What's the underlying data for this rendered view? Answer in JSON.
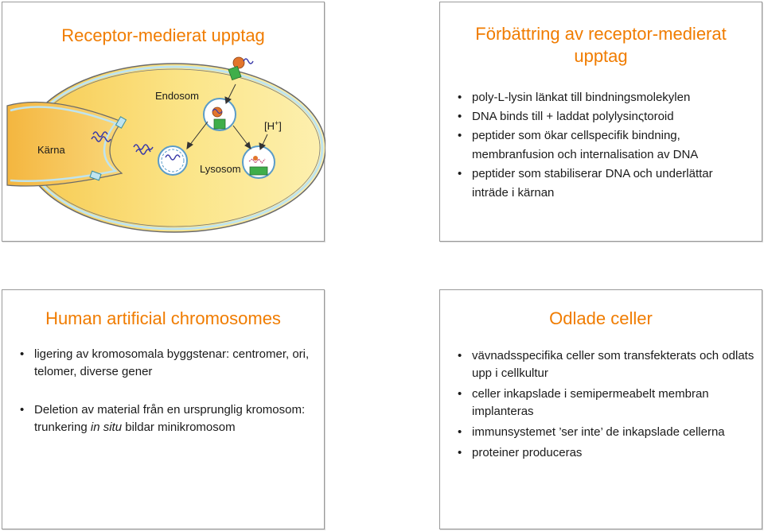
{
  "slide1": {
    "title": "Receptor-medierat upptag",
    "labels": {
      "nucleus": "Kärna",
      "endosome": "Endosom",
      "lysosome": "Lysosom",
      "proton": "[H",
      "proton_sup": "+",
      "proton_close": "]"
    },
    "colors": {
      "title": "#f07c00",
      "cell_fill": "#fbe27a",
      "nucleus_fill": "#f5c45a",
      "receptor": "#3fae4a"
    }
  },
  "slide2": {
    "title": "Förbättring av receptor-medierat upptag",
    "bullets": [
      "poly-L-lysin länkat till bindningsmolekylen",
      "DNA binds till + laddat polylysinςtoroid",
      "peptider som ökar cellspecifik bindning, membranfusion och internalisation av DNA",
      "peptider som stabiliserar DNA och underlättar inträde i kärnan"
    ]
  },
  "slide3": {
    "title": "Human artificial chromosomes",
    "bullet1": "ligering av kromosomala byggstenar: centromer, ori, telomer, diverse gener",
    "bullet2_pre": "Deletion av material från en ursprunglig kromosom: trunkering ",
    "bullet2_italic": "in situ",
    "bullet2_post": " bildar minikromosom"
  },
  "slide4": {
    "title": "Odlade celler",
    "bullets": [
      "vävnadsspecifika celler som transfekterats och odlats upp i cellkultur",
      "celler inkapslade i semipermeabelt membran implanteras",
      "immunsystemet ’ser inte’ de inkapslade cellerna",
      "proteiner produceras"
    ]
  }
}
